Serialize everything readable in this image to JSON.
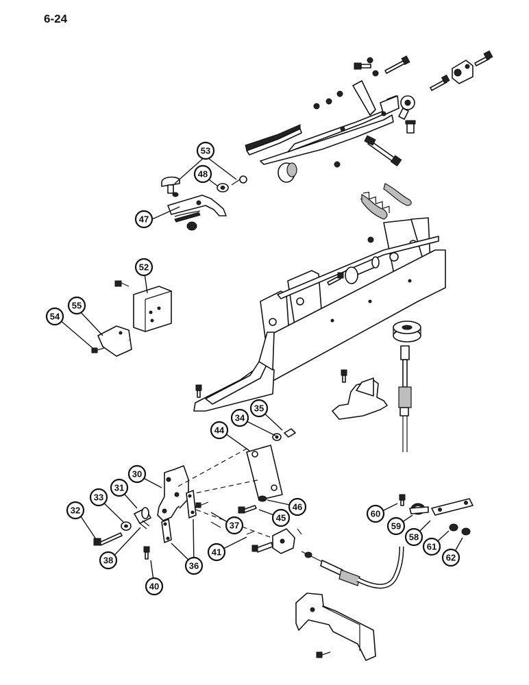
{
  "page_number": "6-24",
  "callouts": [
    {
      "id": "c53",
      "label": "53"
    },
    {
      "id": "c48",
      "label": "48"
    },
    {
      "id": "c47",
      "label": "47"
    },
    {
      "id": "c52",
      "label": "52"
    },
    {
      "id": "c55",
      "label": "55"
    },
    {
      "id": "c54",
      "label": "54"
    },
    {
      "id": "c35",
      "label": "35"
    },
    {
      "id": "c34",
      "label": "34"
    },
    {
      "id": "c44",
      "label": "44"
    },
    {
      "id": "c30",
      "label": "30"
    },
    {
      "id": "c31",
      "label": "31"
    },
    {
      "id": "c33",
      "label": "33"
    },
    {
      "id": "c32",
      "label": "32"
    },
    {
      "id": "c38",
      "label": "38"
    },
    {
      "id": "c40",
      "label": "40"
    },
    {
      "id": "c36",
      "label": "36"
    },
    {
      "id": "c37",
      "label": "37"
    },
    {
      "id": "c41",
      "label": "41"
    },
    {
      "id": "c45",
      "label": "45"
    },
    {
      "id": "c46",
      "label": "46"
    },
    {
      "id": "c60",
      "label": "60"
    },
    {
      "id": "c59",
      "label": "59"
    },
    {
      "id": "c58",
      "label": "58"
    },
    {
      "id": "c61",
      "label": "61"
    },
    {
      "id": "c62",
      "label": "62"
    }
  ]
}
